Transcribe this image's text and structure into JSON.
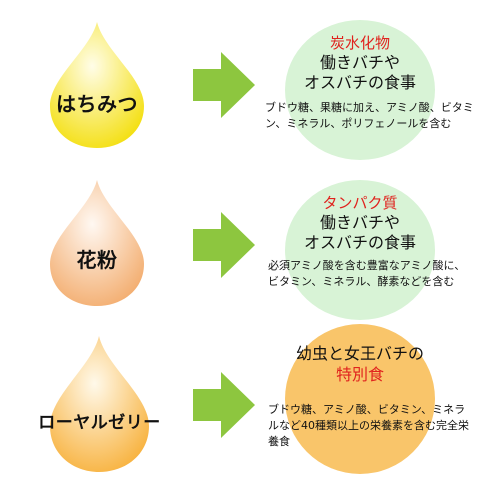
{
  "rows": [
    {
      "source": "はちみつ",
      "category": "炭水化物",
      "consumer_lines": [
        "働きバチや",
        "オスバチの食事"
      ],
      "description": "ブドウ糖、果糖に加え、アミノ酸、ビタミン、ミネラル、ポリフェノールを含む",
      "drop_color_top": "#fffbe0",
      "drop_color_bottom": "#f5e200",
      "circle_color": "#d8f3d6"
    },
    {
      "source": "花粉",
      "category": "タンパク質",
      "consumer_lines": [
        "働きバチや",
        "オスバチの食事"
      ],
      "description": "必須アミノ酸を含む豊富なアミノ酸に、ビタミン、ミネラル、酵素などを含む",
      "drop_color_top": "#fff6ee",
      "drop_color_bottom": "#f5b37a",
      "circle_color": "#d8f3d6"
    },
    {
      "source": "ローヤルゼリー",
      "consumer_line": "幼虫と女王バチの",
      "category": "特別食",
      "description": "ブドウ糖、アミノ酸、ビタミン、ミネラルなど40種類以上の栄養素を含む完全栄養食",
      "drop_color_top": "#fff8e6",
      "drop_color_bottom": "#f8b23c",
      "circle_color": "#f9c56a"
    }
  ],
  "colors": {
    "arrow": "#8dc63f",
    "category_red": "#e0231e"
  }
}
